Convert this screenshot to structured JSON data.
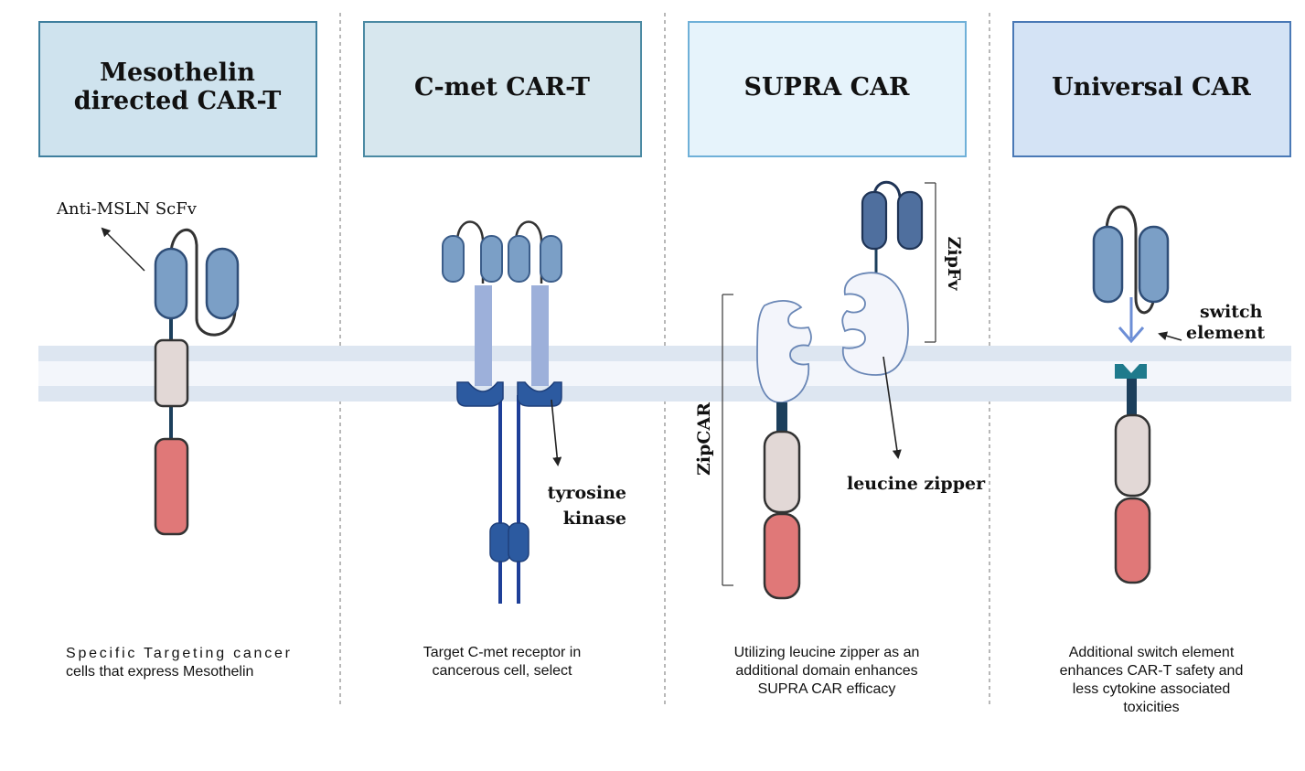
{
  "panels": [
    {
      "title_lines": [
        "Mesothelin",
        "directed CAR-T"
      ],
      "description": [
        "Specific Targeting cancer",
        "cells that express Mesothelin"
      ],
      "labels": {
        "scfv": "Anti-MSLN ScFv"
      },
      "colors": {
        "box_fill": "#cfe3ee",
        "box_stroke": "#3f7f9e"
      }
    },
    {
      "title_lines": [
        "C-met CAR-T"
      ],
      "description": [
        "Target C-met receptor in",
        "cancerous cell, select"
      ],
      "labels": {
        "kinase_line1": "tyrosine",
        "kinase_line2": "kinase"
      },
      "colors": {
        "box_fill": "#d7e7ee",
        "box_stroke": "#4b8aa3"
      }
    },
    {
      "title_lines": [
        "SUPRA CAR"
      ],
      "description": [
        "Utilizing leucine zipper as an",
        "additional domain enhances",
        "SUPRA CAR efficacy"
      ],
      "labels": {
        "zipfv": "ZipFv",
        "zipcar": "ZipCAR",
        "leucine": "leucine zipper"
      },
      "colors": {
        "box_fill": "#e6f3fb",
        "box_stroke": "#6fb0d8"
      }
    },
    {
      "title_lines": [
        "Universal CAR"
      ],
      "description": [
        "Additional switch element",
        "enhances CAR-T safety and",
        "less cytokine associated",
        "toxicities"
      ],
      "labels": {
        "switch_line1": "switch",
        "switch_line2": "element"
      },
      "colors": {
        "box_fill": "#d4e3f5",
        "box_stroke": "#4a79b6"
      }
    }
  ],
  "colors": {
    "membrane_band": "#dde6f1",
    "membrane_core": "#f3f6fb",
    "scfv_blue": "#7b9fc6",
    "scfv_dark": "#4f6f9e",
    "domain_gray": "#e2d8d6",
    "domain_red": "#e07878",
    "kinase_blue": "#2c5aa0",
    "leucine_fill": "#f3f5fb",
    "stalk_dark": "#1c3f5c",
    "switch_teal": "#1f7a8c"
  }
}
